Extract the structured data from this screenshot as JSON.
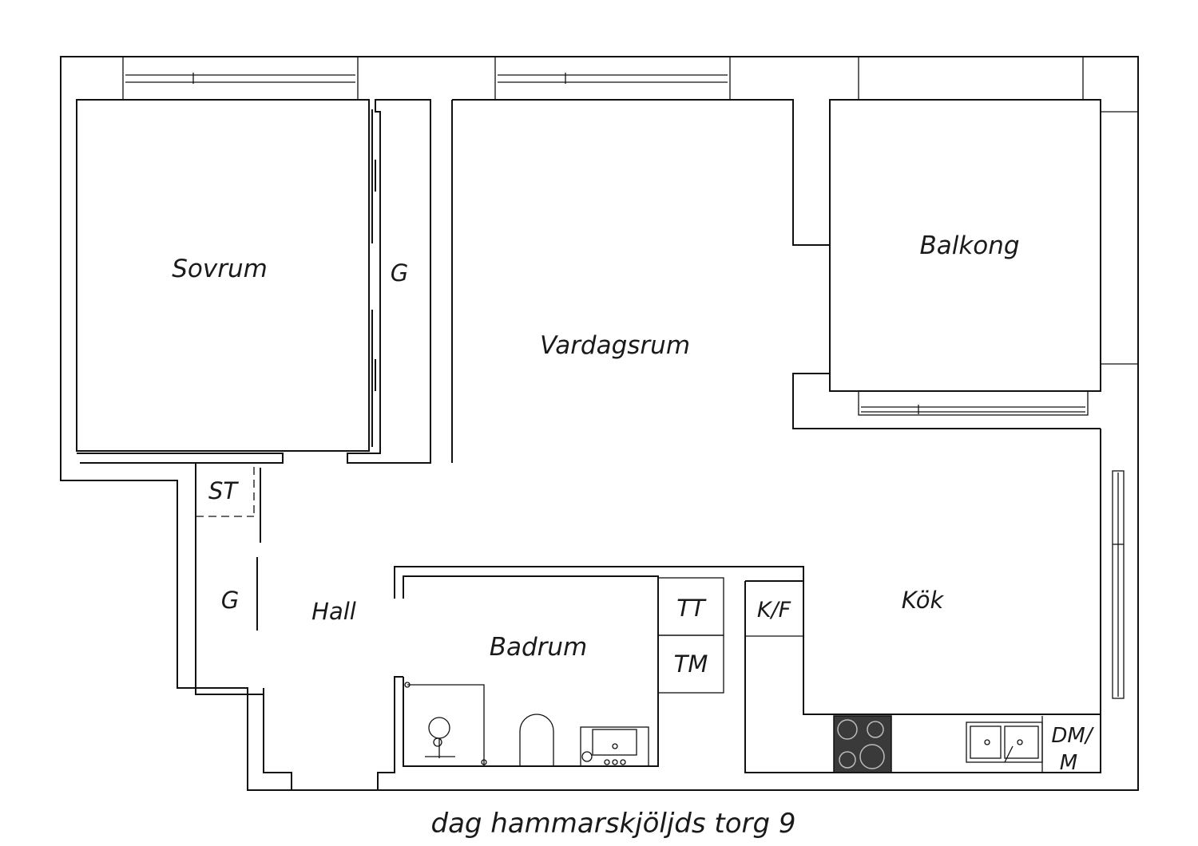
{
  "plan": {
    "address": "dag hammarskjöljds torg 9",
    "rooms": {
      "sovrum": "Sovrum",
      "closet_g1": "G",
      "vardagsrum": "Vardagsrum",
      "balkong": "Balkong",
      "st": "ST",
      "closet_g2": "G",
      "hall": "Hall",
      "badrum": "Badrum",
      "tt": "TT",
      "tm": "TM",
      "kf": "K/F",
      "kok": "Kök",
      "dm_line1": "DM/",
      "dm_line2": "M"
    },
    "colors": {
      "line": "#111111",
      "stove": "#3a3a3a",
      "background": "#ffffff"
    }
  }
}
